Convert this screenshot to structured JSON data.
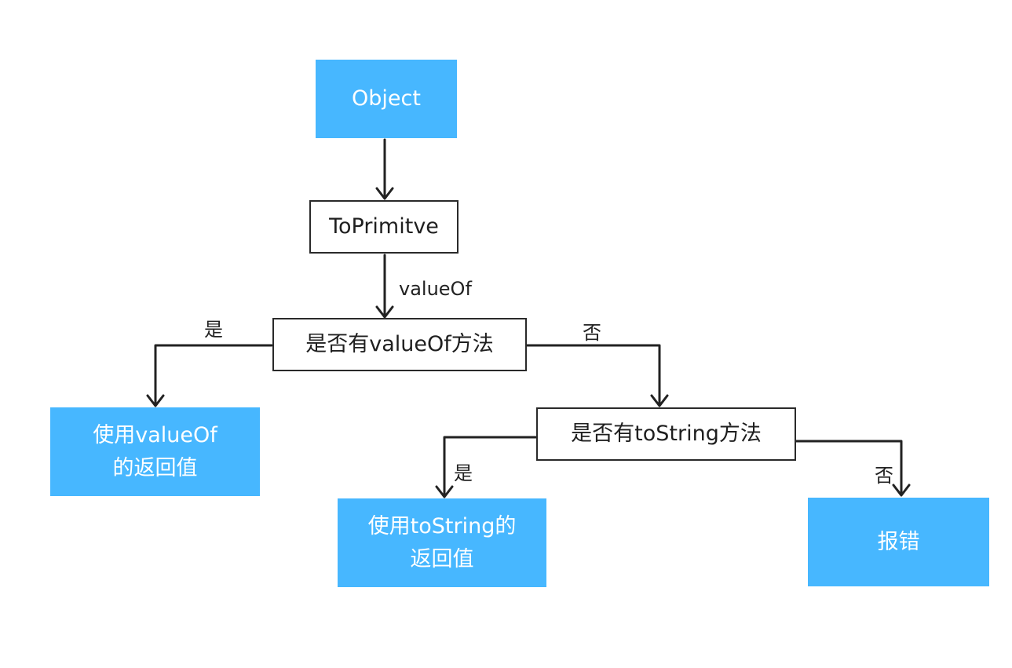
{
  "nodes": {
    "object": "Object",
    "to_primitive": "ToPrimitve",
    "has_valueof": "是否有valueOf方法",
    "use_valueof": "使用valueOf\n的返回值",
    "has_tostring": "是否有toString方法",
    "use_tostring": "使用toString的\n返回值",
    "error": "报错"
  },
  "edge_labels": {
    "valueof_call": "valueOf",
    "valueof_yes": "是",
    "valueof_no": "否",
    "tostring_yes": "是",
    "tostring_no": "否"
  },
  "colors": {
    "blue_box": "#47b7ff",
    "line": "#222222"
  }
}
